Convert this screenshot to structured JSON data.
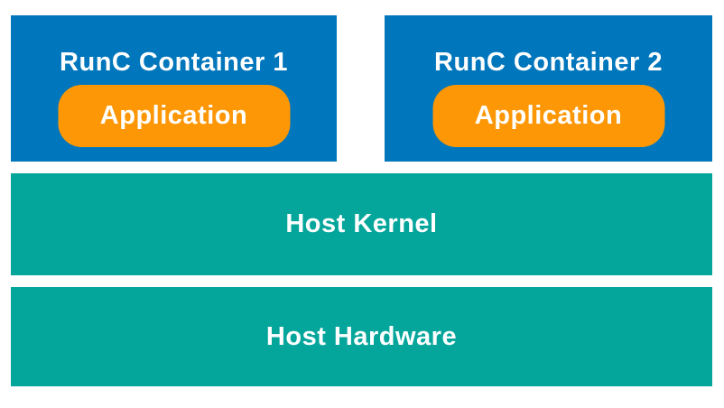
{
  "diagram": {
    "containers": [
      {
        "title": "RunC Container 1",
        "app_label": "Application"
      },
      {
        "title": "RunC Container 2",
        "app_label": "Application"
      }
    ],
    "layers": [
      {
        "label": "Host Kernel"
      },
      {
        "label": "Host Hardware"
      }
    ],
    "colors": {
      "container_blue": "#0076BC",
      "app_orange": "#FD9705",
      "layer_teal": "#04A69B",
      "text_white": "#FFFFFF",
      "background": "#FFFFFF"
    }
  }
}
